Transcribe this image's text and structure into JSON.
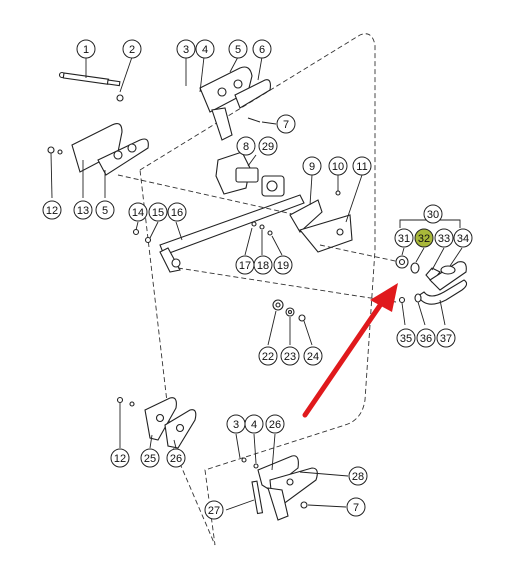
{
  "highlight_color": "#a9b83a",
  "arrow_color": "#e0191c",
  "callouts": {
    "c1": "1",
    "c2": "2",
    "c3a": "3",
    "c4a": "4",
    "c5a": "5",
    "c6": "6",
    "c7a": "7",
    "c8": "8",
    "c29": "29",
    "c9": "9",
    "c10": "10",
    "c11": "11",
    "c12a": "12",
    "c13": "13",
    "c5b": "5",
    "c14": "14",
    "c15": "15",
    "c16": "16",
    "c17": "17",
    "c18": "18",
    "c19": "19",
    "c30": "30",
    "c31": "31",
    "c32": "32",
    "c33": "33",
    "c34": "34",
    "c35": "35",
    "c36": "36",
    "c37": "37",
    "c22": "22",
    "c23": "23",
    "c24": "24",
    "c12b": "12",
    "c25": "25",
    "c26a": "26",
    "c3b": "3",
    "c4b": "4",
    "c26b": "26",
    "c28": "28",
    "c27": "27",
    "c7b": "7"
  },
  "highlighted_part": "32"
}
